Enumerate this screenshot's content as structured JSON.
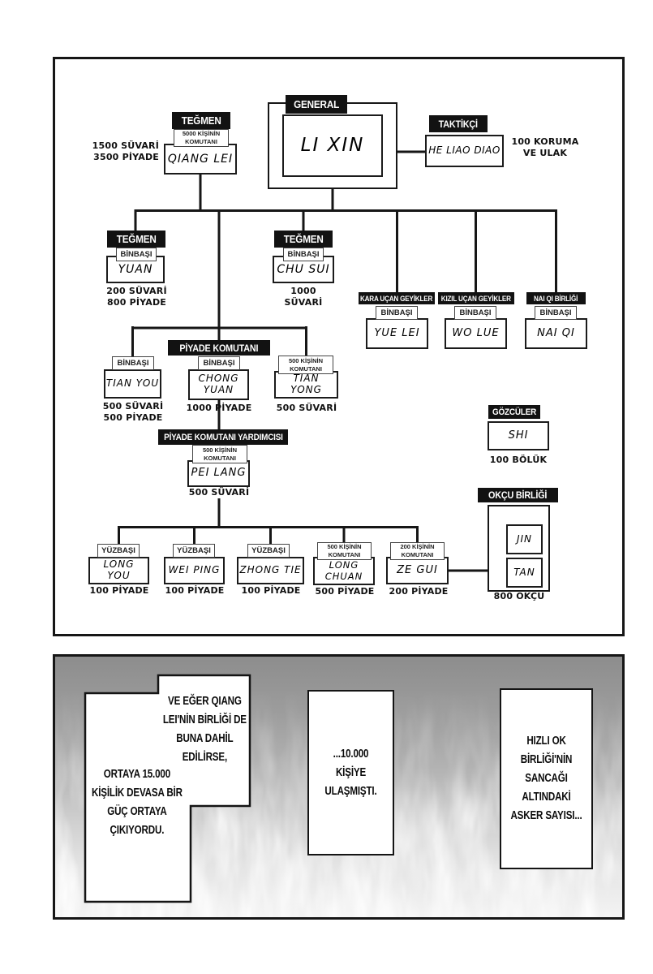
{
  "org": {
    "general": {
      "rank": "GENERAL",
      "name": "LI XIN"
    },
    "taktikci": {
      "rank": "TAKTİKÇİ",
      "name": "HE LIAO DIAO",
      "note": "100 KORUMA\nVE ULAK"
    },
    "qiang_lei": {
      "rank": "TEĞMEN",
      "sub": "5000 KİŞİNİN\nKOMUTANI",
      "name": "QIANG LEI",
      "count": "1500 SÜVARİ\n3500 PİYADE"
    },
    "yuan": {
      "rank": "TEĞMEN",
      "sub": "BİNBAŞI",
      "name": "YUAN",
      "count": "200 SÜVARİ\n800 PİYADE"
    },
    "chu_sui": {
      "rank": "TEĞMEN",
      "sub": "BİNBAŞI",
      "name": "CHU SUI",
      "count": "1000 SÜVARİ"
    },
    "yue_lei": {
      "rank": "KARA UÇAN GEYİKLER",
      "sub": "BİNBAŞI",
      "name": "YUE LEI"
    },
    "wo_lue": {
      "rank": "KIZIL UÇAN GEYİKLER",
      "sub": "BİNBAŞI",
      "name": "WO LUE"
    },
    "nai_qi": {
      "rank": "NAI QI BİRLİĞİ",
      "sub": "BİNBAŞI",
      "name": "NAI QI"
    },
    "tian_you": {
      "sub": "BİNBAŞI",
      "name": "TIAN YOU",
      "count": "500 SÜVARİ\n500 PİYADE"
    },
    "chong_yuan": {
      "rank": "PİYADE KOMUTANI",
      "sub": "BİNBAŞI",
      "name": "CHONG\nYUAN",
      "count": "1000 PİYADE"
    },
    "tian_yong": {
      "sub": "500 KİŞİNİN\nKOMUTANI",
      "name": "TIAN YONG",
      "count": "500 SÜVARİ"
    },
    "pei_lang": {
      "rank": "PİYADE KOMUTANI YARDIMCISI",
      "sub": "500 KİŞİNİN\nKOMUTANI",
      "name": "PEI LANG",
      "count": "500 SÜVARİ"
    },
    "shi": {
      "rank": "GÖZCÜLER",
      "name": "SHI",
      "count": "100 BÖLÜK"
    },
    "okcu": {
      "rank": "OKÇU BİRLİĞİ",
      "name1": "JIN",
      "name2": "TAN",
      "count": "800 OKÇU"
    },
    "long_you": {
      "sub": "YÜZBAŞI",
      "name": "LONG YOU",
      "count": "100 PİYADE"
    },
    "wei_ping": {
      "sub": "YÜZBAŞI",
      "name": "WEI PING",
      "count": "100 PİYADE"
    },
    "zhong_tie": {
      "sub": "YÜZBAŞI",
      "name": "ZHONG TIE",
      "count": "100 PİYADE"
    },
    "long_chuan": {
      "sub": "500 KİŞİNİN\nKOMUTANI",
      "name": "LONG\nCHUAN",
      "count": "500 PİYADE"
    },
    "ze_gui": {
      "sub": "200 KİŞİNİN\nKOMUTANI",
      "name": "ZE GUI",
      "count": "200 PİYADE"
    }
  },
  "panel2": {
    "bubble_left_top": "VE EĞER QIANG\nLEI'NİN BİRLİĞİ DE\nBUNA DAHİL\nEDİLİRSE,",
    "bubble_left_bottom": "ORTAYA 15.000\nKİŞİLİK DEVASA BİR\nGÜÇ ORTAYA\nÇIKIYORDU.",
    "bubble_mid": "...10.000 KİŞİYE\nULAŞMIŞTI.",
    "bubble_right": "HIZLI OK BİRLİĞİ'NİN\nSANCAĞI ALTINDAKİ\nASKER SAYISI..."
  },
  "colors": {
    "ink": "#161616",
    "paper": "#ffffff",
    "panel2_top_gray": "#8d8d8d"
  }
}
